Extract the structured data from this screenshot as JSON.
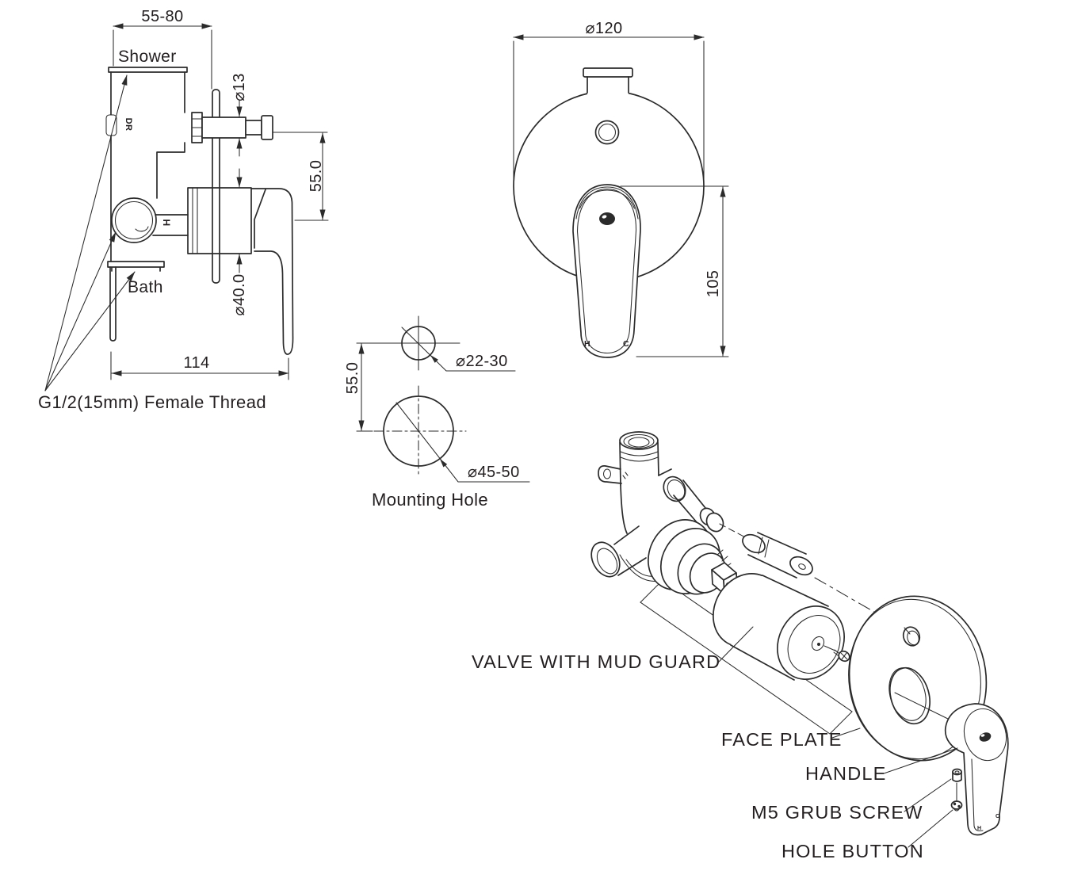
{
  "drawing": {
    "side_view": {
      "dim_depth_range": "55-80",
      "shower_label": "Shower",
      "dr_label": "DR",
      "dim_stem_diameter": "⌀13",
      "dim_stem_offset": "55.0",
      "dim_trim_diameter": "⌀40.0",
      "hot_port_label": "H",
      "bath_label": "Bath",
      "dim_overall_depth": "114",
      "thread_note": "G1/2(15mm) Female Thread"
    },
    "front_view": {
      "dim_plate_diameter": "⌀120",
      "dim_handle_drop": "105",
      "hot_label": "H",
      "cold_label": "C"
    },
    "mounting_hole": {
      "dim_hole_spacing": "55.0",
      "dim_upper_hole": "⌀22-30",
      "dim_lower_hole": "⌀45-50",
      "caption": "Mounting Hole"
    },
    "exploded_view": {
      "valve_label": "VALVE WITH MUD GUARD",
      "face_plate_label": "FACE PLATE",
      "handle_label": "HANDLE",
      "grub_screw_label": "M5 GRUB SCREW",
      "hole_button_label": "HOLE BUTTON",
      "handle_hot_mark": "H",
      "handle_cold_mark": "C"
    },
    "colors": {
      "line": "#2b2b2b",
      "background": "#ffffff"
    }
  }
}
